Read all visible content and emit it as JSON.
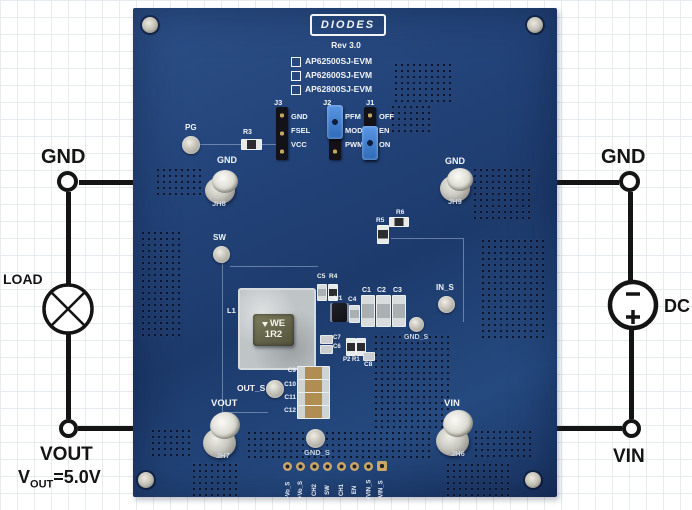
{
  "schematic": {
    "gnd_left": "GND",
    "gnd_right": "GND",
    "load_label": "LOAD",
    "dc_label": "DC",
    "vout_label": "VOUT",
    "vout_eq_prefix": "V",
    "vout_eq_sub": "OUT",
    "vout_eq_rest": "=5.0V",
    "vin_label": "VIN"
  },
  "board": {
    "logo": "DIODES",
    "rev": "Rev 3.0",
    "models": [
      "AP62500SJ-EVM",
      "AP62600SJ-EVM",
      "AP62800SJ-EVM"
    ],
    "j3": {
      "ref": "J3",
      "pins": [
        "GND",
        "FSEL",
        "VCC"
      ]
    },
    "j2": {
      "ref": "J2",
      "pins": [
        "PFM",
        "MODE",
        "PWM"
      ]
    },
    "j1": {
      "ref": "J1",
      "pins": [
        "OFF",
        "EN",
        "ON"
      ]
    },
    "tp": {
      "pg": "PG",
      "sw": "SW",
      "in_s": "IN_S",
      "gnd_s_mid": "GND_S",
      "out_s": "OUT_S",
      "gnd_s_bottom": "GND_S"
    },
    "terminals": {
      "jh8": {
        "label": "GND",
        "ref": "JH8"
      },
      "jh9": {
        "label": "GND",
        "ref": "JH9"
      },
      "jh7": {
        "label": "VOUT",
        "ref": "JH7"
      },
      "jh6": {
        "label": "VIN",
        "ref": "JH6"
      }
    },
    "parts": {
      "r3": "R3",
      "r5": "R5",
      "r6": "R6",
      "l1": "L1",
      "c5": "C5",
      "r4": "R4",
      "u1": "U1",
      "c4": "C4",
      "c1": "C1",
      "c2": "C2",
      "c3": "C3",
      "c7": "C7",
      "c6": "C6",
      "p2r1": "P2 R1",
      "c8": "C8",
      "c9": "C9",
      "c10": "C10",
      "c11": "C11",
      "c12": "C12"
    },
    "inductor_marking": [
      "WE",
      "1R2"
    ],
    "bottom_pins": [
      "-Vo_S",
      "+Vo_S",
      "CH2",
      "SW",
      "CH1",
      "EN",
      "+VIN_S",
      "-VIN_S"
    ]
  },
  "colors": {
    "board": "#21416f",
    "jumper": "#3e7ed2",
    "silkscreen": "#f2f4f6",
    "wire": "#141414",
    "grid": "#e6ebee"
  }
}
